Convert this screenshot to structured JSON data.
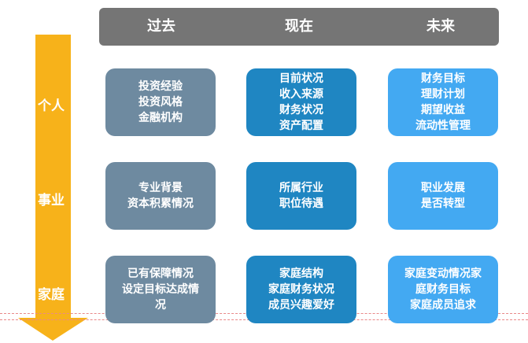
{
  "columns": [
    "过去",
    "现在",
    "未来"
  ],
  "rows": [
    "个人",
    "事业",
    "家庭"
  ],
  "cells": [
    [
      [
        "投资经验",
        "投资风格",
        "金融机构"
      ],
      [
        "目前状况",
        "收入来源",
        "财务状况",
        "资产配置"
      ],
      [
        "财务目标",
        "理财计划",
        "期望收益",
        "流动性管理"
      ]
    ],
    [
      [
        "专业背景",
        "资本积累情况"
      ],
      [
        "所属行业",
        "职位待遇"
      ],
      [
        "职业发展",
        "是否转型"
      ]
    ],
    [
      [
        "已有保障情况",
        "设定目标达成情",
        "况"
      ],
      [
        "家庭结构",
        "家庭财务状况",
        "成员兴趣爱好"
      ],
      [
        "家庭变动情况家",
        "庭财务目标",
        "家庭成员追求"
      ]
    ]
  ],
  "colors": {
    "header": "#757575",
    "arrow": "#f7b21a",
    "past": "#6e8aa0",
    "present": "#1f86c2",
    "future": "#43a9f2"
  }
}
